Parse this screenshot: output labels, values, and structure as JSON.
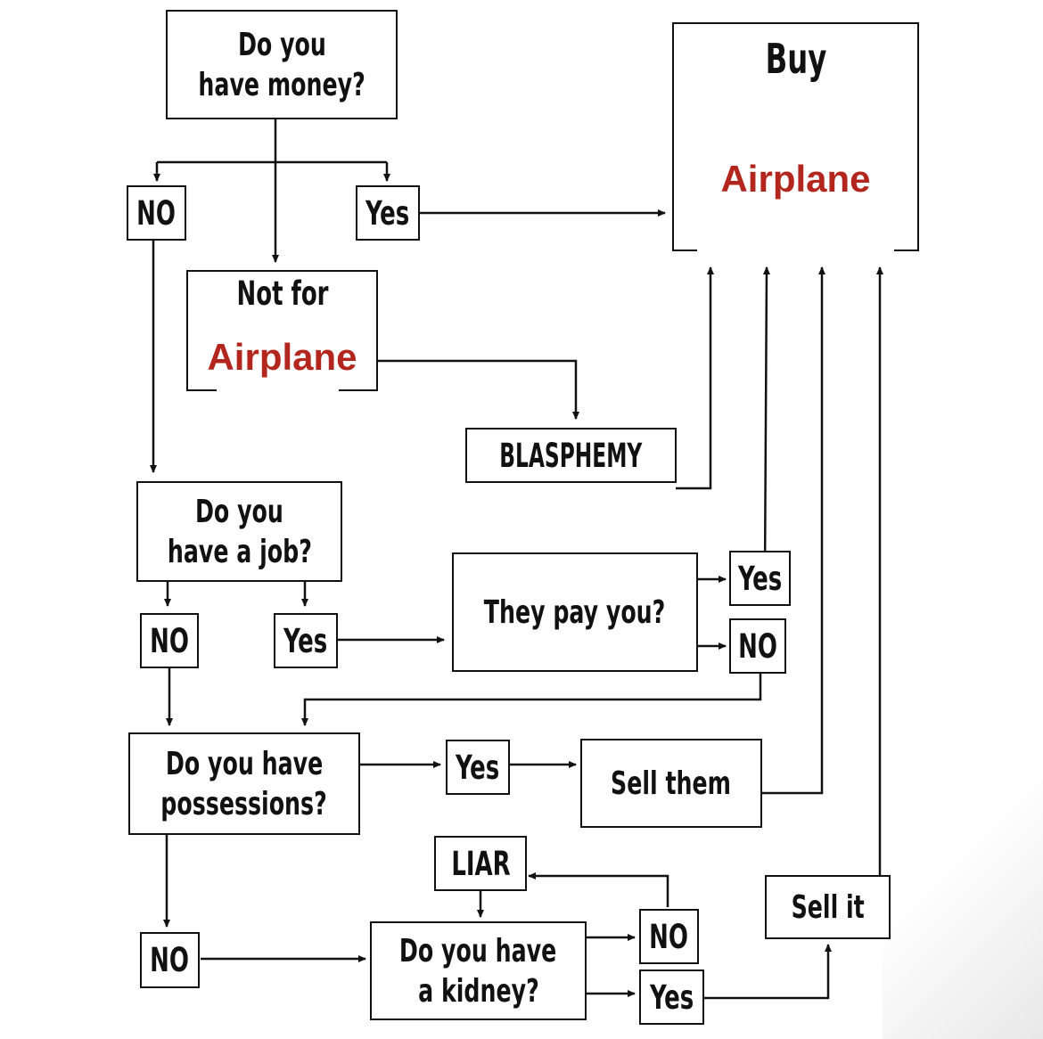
{
  "nodes": {
    "q_money": [
      "Do you",
      "have money?"
    ],
    "buy": {
      "top": "Buy",
      "highlight": "Airplane"
    },
    "no_1": "NO",
    "yes_1": "Yes",
    "not_for": {
      "top": "Not for",
      "highlight": "Airplane"
    },
    "blasphemy": "BLASPHEMY",
    "q_job": [
      "Do you",
      "have a job?"
    ],
    "no_2": "NO",
    "yes_2": "Yes",
    "q_pay": "They pay you?",
    "yes_3": "Yes",
    "no_3": "NO",
    "q_possessions": [
      "Do you have",
      "possessions?"
    ],
    "yes_4": "Yes",
    "sell_them": "Sell them",
    "liar": "LIAR",
    "sell_it": "Sell it",
    "no_4": "NO",
    "q_kidney": [
      "Do you have",
      "a kidney?"
    ],
    "no_5": "NO",
    "yes_5": "Yes"
  },
  "colors": {
    "highlight": "#b3261e",
    "line": "#111111"
  }
}
